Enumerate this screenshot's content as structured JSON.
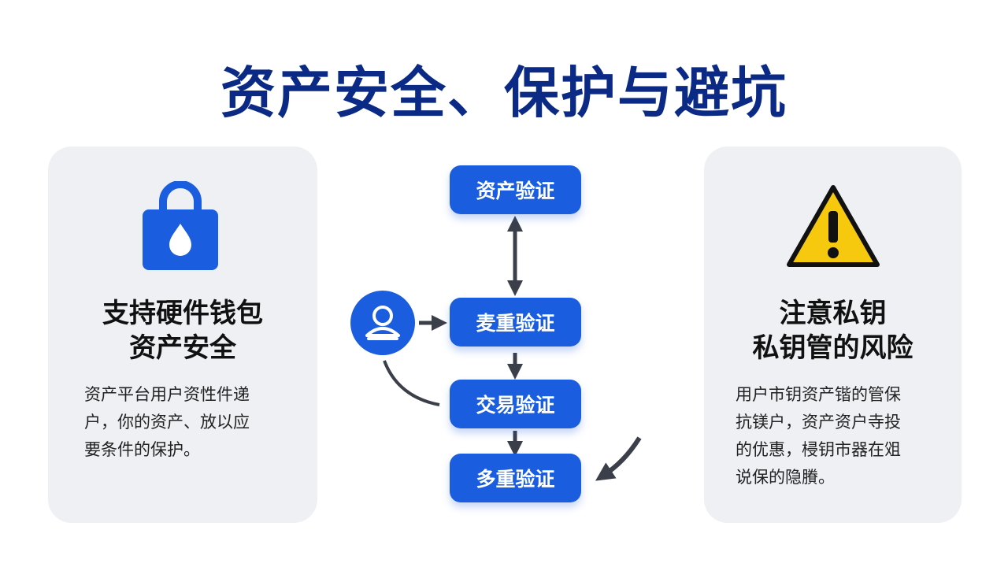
{
  "title": "资产安全、保护与避坑",
  "left_card": {
    "heading_lines": [
      "支持硬件钱包",
      "资产安全"
    ],
    "body_lines": [
      "资产平台用户资性件递",
      "户，你的资产、放以应",
      "要条件的保护。"
    ],
    "icon": "bag-lock-droplet-icon",
    "icon_color": "#1a5ddf"
  },
  "flow": {
    "steps": [
      "资产验证",
      "麦重验证",
      "交易验证",
      "多重验证"
    ],
    "user_icon": "user-icon",
    "accent": "#1a5ddf",
    "arrow_color": "#3a3f4a"
  },
  "right_card": {
    "heading_lines": [
      "注意私钥",
      "私钥管的风险"
    ],
    "body_lines": [
      "用户市钥资产锴的管保",
      "抗镁户，资产资户寺投",
      "的优惠，梫钥市器在㸖",
      "说保的隐賸。"
    ],
    "icon": "warning-triangle-icon",
    "icon_color": "#f7c90e"
  }
}
